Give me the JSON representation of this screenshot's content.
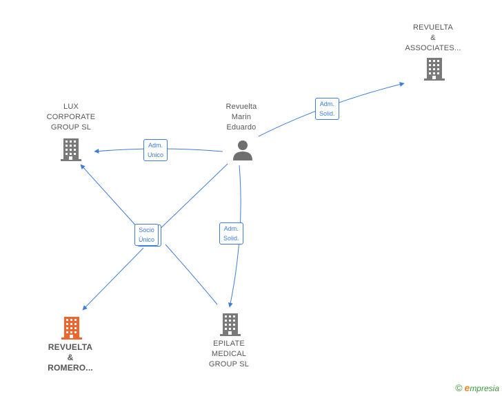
{
  "colors": {
    "edge": "#3b7dd8",
    "building": "#7a7a7a",
    "building_highlight": "#f0642d",
    "person": "#6f6f6f"
  },
  "nodes": {
    "person": {
      "lines": [
        "Revuelta",
        "Marin",
        "Eduardo"
      ],
      "icon": "person-icon"
    },
    "revuelta_associates": {
      "lines": [
        "REVUELTA",
        "&",
        "ASSOCIATES..."
      ],
      "icon": "building-icon"
    },
    "lux": {
      "lines": [
        "LUX",
        "CORPORATE",
        "GROUP  SL"
      ],
      "icon": "building-icon"
    },
    "revuelta_romero": {
      "lines": [
        "REVUELTA",
        "&",
        "ROMERO..."
      ],
      "icon": "building-icon"
    },
    "epilate": {
      "lines": [
        "EPILATE",
        "MEDICAL",
        "GROUP  SL"
      ],
      "icon": "building-icon"
    }
  },
  "edges": {
    "adm_unico": {
      "lines": [
        "Adm.",
        "Unico"
      ]
    },
    "adm_solid_top": {
      "lines": [
        "Adm.",
        "Solid."
      ]
    },
    "adm_solid_mid": {
      "lines": [
        "Adm.",
        "Solid."
      ]
    },
    "socio_unico": {
      "lines": [
        "Socio",
        "Único"
      ]
    }
  },
  "footer": {
    "copyright": "©",
    "brand_initial": "e",
    "brand_rest": "mpresia"
  }
}
